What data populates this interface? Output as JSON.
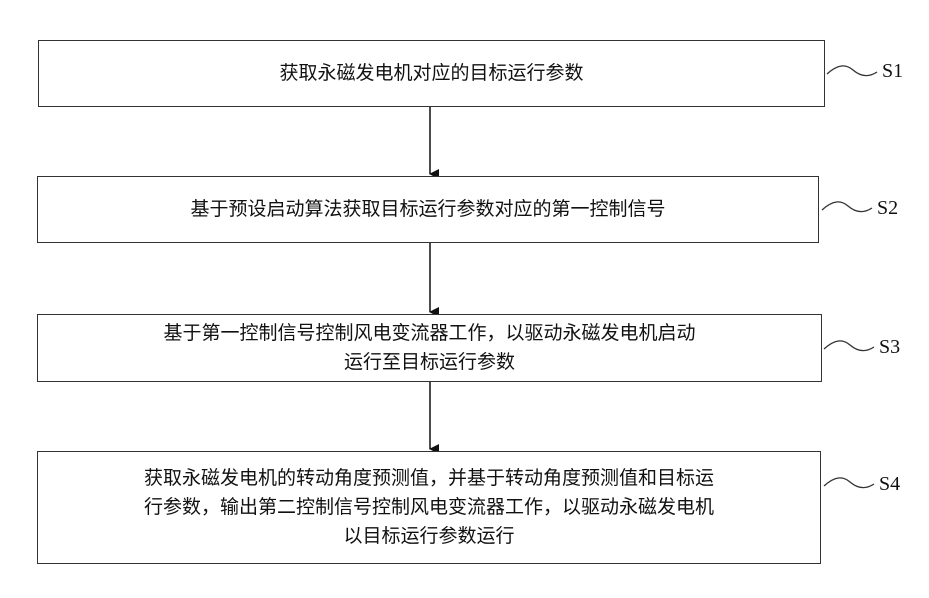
{
  "steps": [
    {
      "id": "S1",
      "lines": [
        "获取永磁发电机对应的目标运行参数"
      ]
    },
    {
      "id": "S2",
      "lines": [
        "基于预设启动算法获取目标运行参数对应的第一控制信号"
      ]
    },
    {
      "id": "S3",
      "lines": [
        "基于第一控制信号控制风电变流器工作，以驱动永磁发电机启动",
        "运行至目标运行参数"
      ]
    },
    {
      "id": "S4",
      "lines": [
        "获取永磁发电机的转动角度预测值，并基于转动角度预测值和目标运",
        "行参数，输出第二控制信号控制风电变流器工作，以驱动永磁发电机",
        "以目标运行参数运行"
      ]
    }
  ]
}
